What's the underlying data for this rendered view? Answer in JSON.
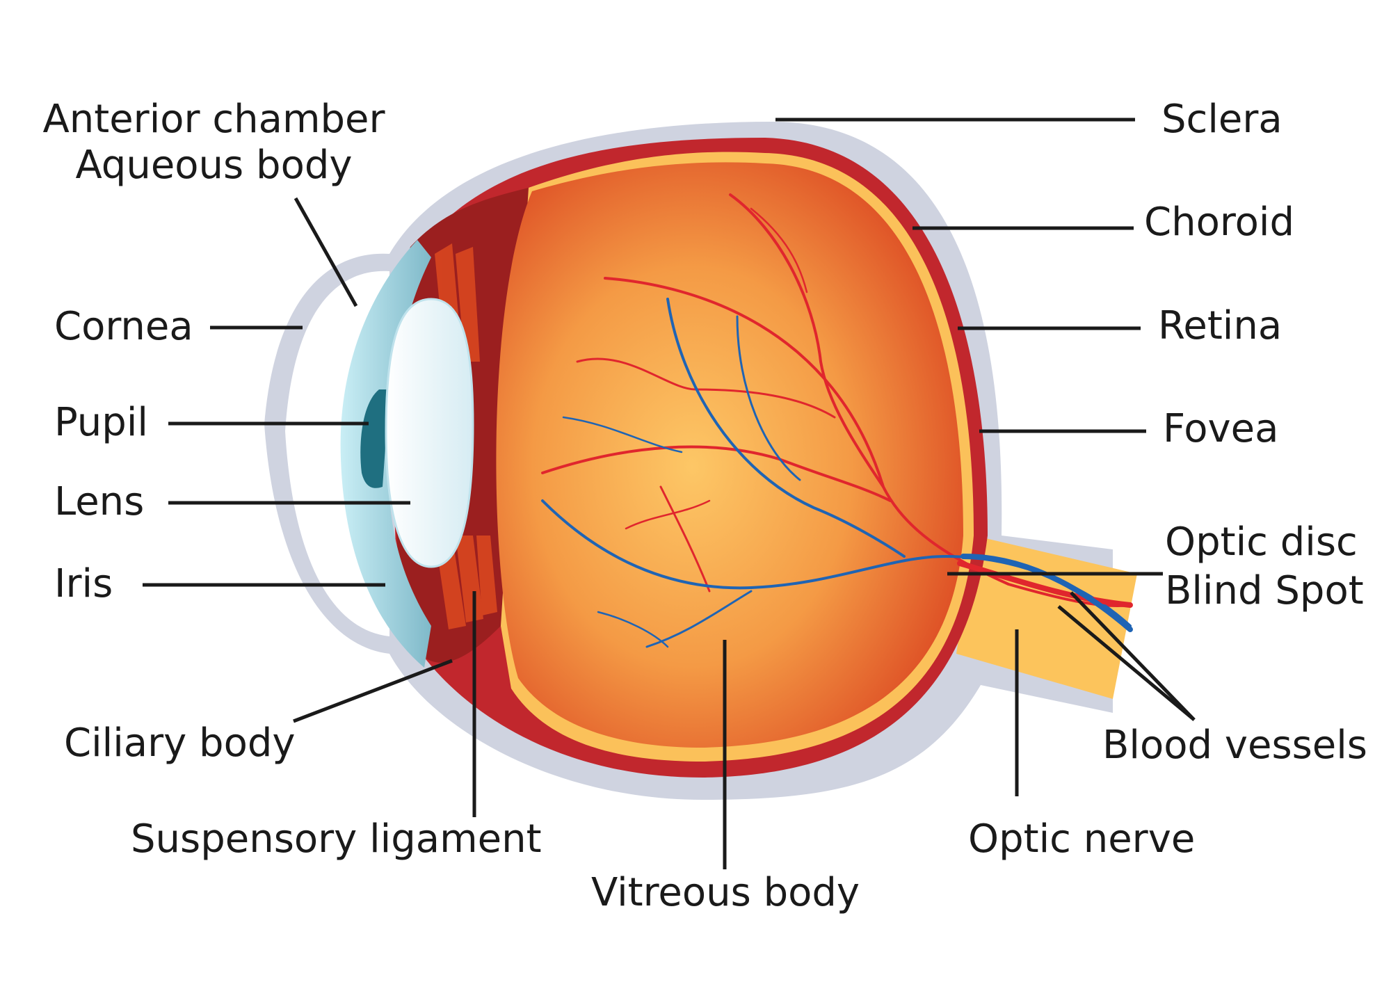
{
  "colors": {
    "sclera_outline": "#cfd3e0",
    "choroid": "#c1272d",
    "retina": "#fbc15a",
    "vitreous_center": "#fbbf5c",
    "vitreous_edge": "#e2552a",
    "ciliary": "#9b1f1f",
    "cornea": "#9dd3e0",
    "lens": "#e6f4f8",
    "pupil": "#1f6f80",
    "artery": "#e0262d",
    "vein": "#1f64b4",
    "optic_nerve": "#fcc45c",
    "leader": "#1a1a1a"
  },
  "labels": {
    "anterior_chamber": "Anterior chamber",
    "aqueous_body": "Aqueous body",
    "cornea": "Cornea",
    "pupil": "Pupil",
    "lens": "Lens",
    "iris": "Iris",
    "ciliary_body": "Ciliary body",
    "suspensory_ligament": "Suspensory ligament",
    "vitreous_body": "Vitreous body",
    "optic_nerve": "Optic nerve",
    "blood_vessels": "Blood vessels",
    "optic_disc": "Optic disc",
    "blind_spot": "Blind Spot",
    "fovea": "Fovea",
    "retina": "Retina",
    "choroid": "Choroid",
    "sclera": "Sclera"
  }
}
